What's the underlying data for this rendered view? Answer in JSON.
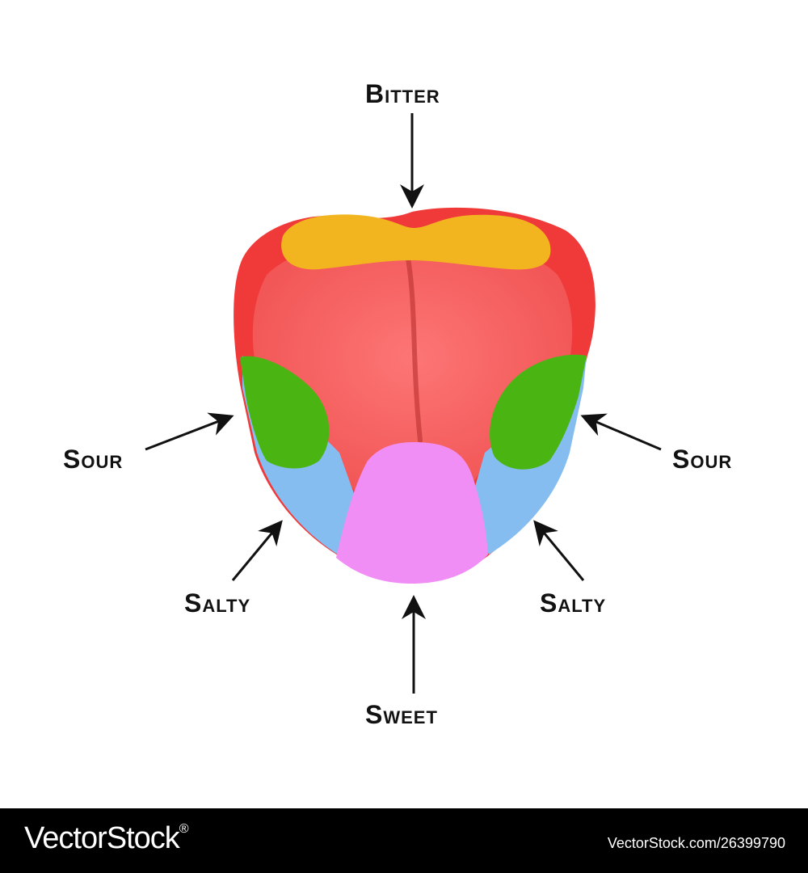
{
  "labels": {
    "bitter": "Bitter",
    "sour_left": "Sour",
    "sour_right": "Sour",
    "salty_left": "Salty",
    "salty_right": "Salty",
    "sweet": "Sweet"
  },
  "colors": {
    "tongue_red": "#f03a3a",
    "tongue_inner": "#ff7a7a",
    "bitter_zone": "#f2b51f",
    "sour_zone": "#4ab512",
    "salty_zone": "#86bdf0",
    "sweet_zone": "#f08ef5",
    "arrow": "#111111",
    "footer_bg": "#000000"
  },
  "watermark": {
    "logo": "VectorStock",
    "registered": "®",
    "url": "VectorStock.com/26399790"
  }
}
